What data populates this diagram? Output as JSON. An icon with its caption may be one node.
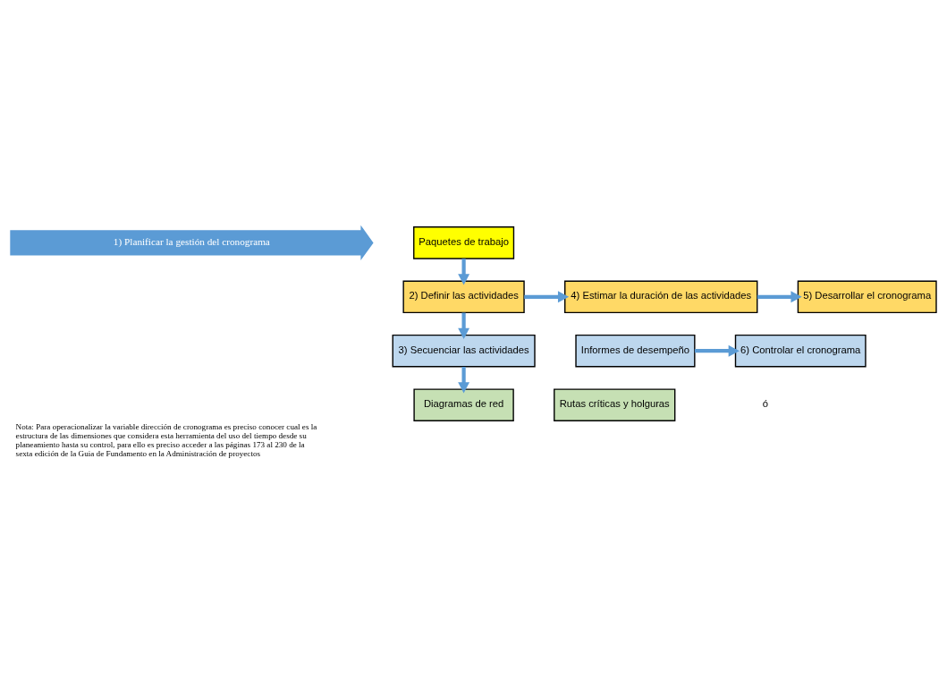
{
  "diagram": {
    "caption": "Nota: Para operacionalizar la variable dirección de cronograma es preciso conocer cual es la estructura de las dimensiones que considera esta herramienta del uso del tiempo desde su planeamiento hasta su control, para ello es preciso acceder a las páginas 173 al 230 de la sexta edición de la Guia de Fundamento en la Administración de proyectos",
    "nodes": [
      {
        "text": [
          "1) Planificar la gestión del cronograma"
        ]
      },
      {
        "text": [
          "Paquetes de trabajo"
        ]
      },
      {
        "text": [
          "2) Definir las actividades"
        ]
      },
      {
        "text": [
          "4) Estimar la duración de las actividades"
        ]
      },
      {
        "text": [
          "5) Desarrollar el cronograma"
        ]
      },
      {
        "text": [
          "3) Secuenciar las actividades"
        ]
      },
      {
        "text": [
          "Informes de desempeño"
        ]
      },
      {
        "text": [
          "6) Controlar el cronograma"
        ]
      },
      {
        "text": [
          "Diagramas de red"
        ]
      },
      {
        "text": [
          "Rutas críticas y holguras"
        ]
      }
    ],
    "edges": [
      {
        "from": 1,
        "to": 2,
        "arrow": "to"
      },
      {
        "from": 2,
        "to": 3,
        "arrow": "to"
      },
      {
        "from": 3,
        "to": 4,
        "arrow": "to"
      },
      {
        "from": 2,
        "to": 5,
        "arrow": "to"
      },
      {
        "from": 6,
        "to": 7,
        "arrow": "to"
      },
      {
        "from": 5,
        "to": 8,
        "arrow": "to"
      }
    ],
    "labels": [
      "ó"
    ]
  }
}
